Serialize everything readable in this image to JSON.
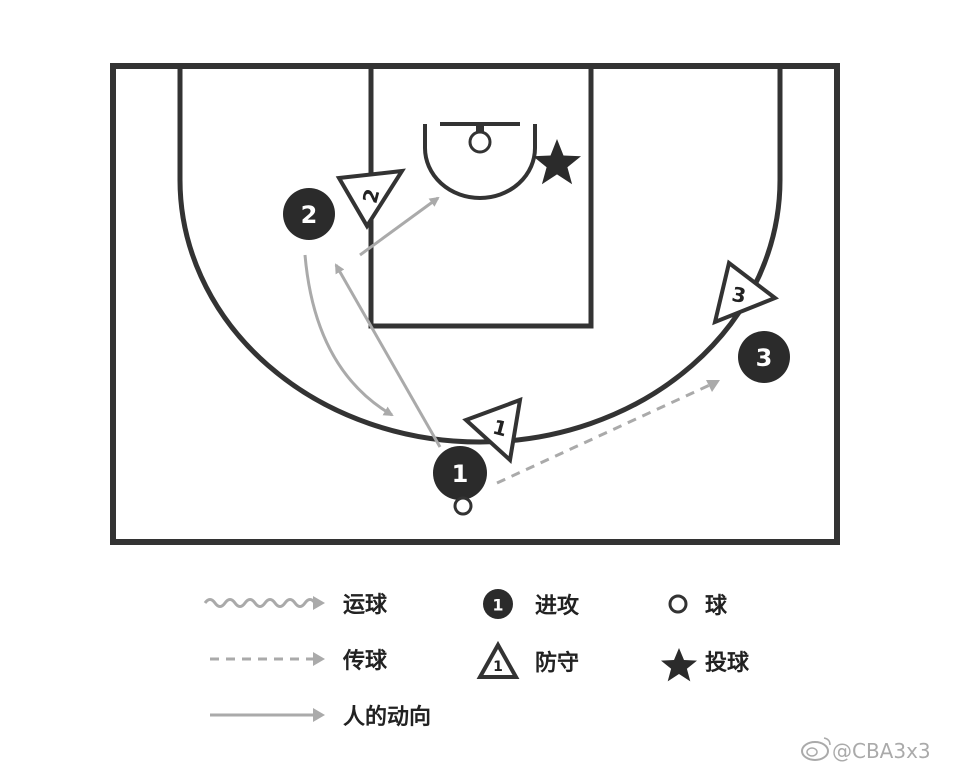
{
  "players": {
    "offense_1": "1",
    "offense_2": "2",
    "offense_3": "3",
    "defense_1": "1",
    "defense_2": "2",
    "defense_3": "3"
  },
  "legend": {
    "dribble": "运球",
    "pass": "传球",
    "movement": "人的动向",
    "offense": "进攻",
    "offense_icon_number": "1",
    "defense": "防守",
    "defense_icon_number": "1",
    "ball": "球",
    "shot": "投球"
  },
  "watermark": "@CBA3x3",
  "colors": {
    "court_line": "#333333",
    "movement_arrow": "#aaaaaa",
    "player_fill": "#2b2b2b",
    "player_text": "#ffffff"
  },
  "icons": [
    "ball-icon",
    "star-icon",
    "defender-triangle-icon",
    "offense-circle-icon",
    "weibo-icon"
  ]
}
